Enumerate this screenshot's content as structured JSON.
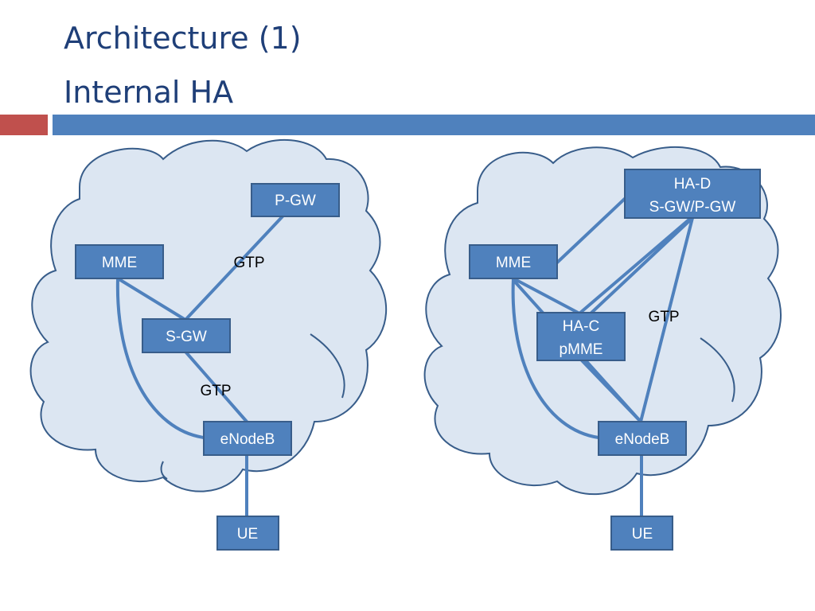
{
  "slide": {
    "title_line1": "Architecture (1)",
    "title_line2": "Internal HA",
    "colors": {
      "title": "#1f3f78",
      "accent_red": "#c0504d",
      "accent_blue": "#4f81bd",
      "cloud_fill": "#dce6f2",
      "node_fill": "#4f81bd"
    }
  },
  "left_diagram": {
    "nodes": {
      "pgw": "P-GW",
      "mme": "MME",
      "sgw": "S-GW",
      "enodeb": "eNodeB",
      "ue": "UE"
    },
    "labels": {
      "gtp_upper": "GTP",
      "gtp_lower": "GTP"
    }
  },
  "right_diagram": {
    "nodes": {
      "had_line1": "HA-D",
      "had_line2": "S-GW/P-GW",
      "mme": "MME",
      "hac_line1": "HA-C",
      "hac_line2": "pMME",
      "enodeb": "eNodeB",
      "ue": "UE"
    },
    "labels": {
      "gtp": "GTP"
    }
  }
}
